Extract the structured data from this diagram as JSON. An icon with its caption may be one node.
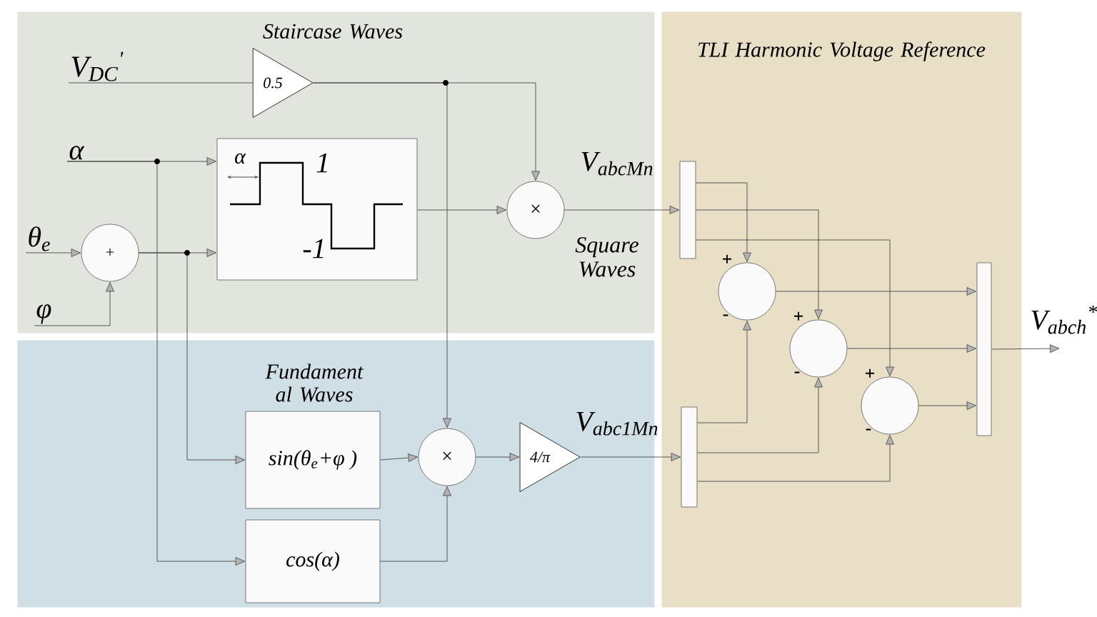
{
  "diagram": {
    "nodes": [
      {
        "text": [
          "Staircase Waves"
        ]
      },
      {
        "text": [
          "Fundament al Waves"
        ]
      },
      {
        "text": [
          "TLI Harmonic Voltage Reference"
        ]
      },
      {
        "text": [
          "V$_{DC}$$^{'}$"
        ],
        "in": 0
      },
      {
        "text": [
          "0.5"
        ],
        "in": 0
      },
      {
        "text": [
          "α"
        ],
        "in": 0
      },
      {
        "text": [
          "θ$_{e}$"
        ],
        "in": 0
      },
      {
        "text": [
          "φ"
        ],
        "in": 0
      },
      {
        "text": [
          "+"
        ],
        "in": 0
      },
      {
        "text": [
          "α",
          "1",
          "-1"
        ],
        "in": 0
      },
      {
        "text": [
          "×"
        ],
        "in": 0
      },
      {
        "text": [
          "sin(θ$_{e}$+φ )"
        ],
        "in": 1
      },
      {
        "text": [
          "cos(α)"
        ],
        "in": 1
      },
      {
        "text": [
          "×"
        ],
        "in": 1
      },
      {
        "text": [
          "4/π"
        ],
        "in": 1
      },
      {
        "text": [],
        "shape": "bar",
        "in": 2
      },
      {
        "text": [],
        "shape": "bar",
        "in": 2
      },
      {
        "text": [],
        "shape": "circle",
        "in": 2,
        "beside": [
          "+",
          "-"
        ]
      },
      {
        "text": [],
        "shape": "circle",
        "in": 2,
        "beside": [
          "+",
          "-"
        ]
      },
      {
        "text": [],
        "shape": "circle",
        "in": 2,
        "beside": [
          "+",
          "-"
        ]
      },
      {
        "text": [],
        "shape": "bar",
        "in": 2
      }
    ],
    "edges": [
      {
        "from": 3,
        "to": 4,
        "arrow": "none"
      },
      {
        "from": 4,
        "to": 10,
        "arrow": "to"
      },
      {
        "from": 4,
        "to": 13,
        "arrow": "to"
      },
      {
        "from": 5,
        "to": 9,
        "arrow": "to"
      },
      {
        "from": 5,
        "to": 12,
        "arrow": "to"
      },
      {
        "from": 6,
        "to": 8,
        "arrow": "to"
      },
      {
        "from": 7,
        "to": 8,
        "arrow": "to"
      },
      {
        "from": 8,
        "to": 9,
        "arrow": "to"
      },
      {
        "from": 8,
        "to": 11,
        "arrow": "to"
      },
      {
        "from": 9,
        "to": 10,
        "arrow": "to"
      },
      {
        "from": 10,
        "to": 15,
        "arrow": "to",
        "label": "V$_{abcMn}$"
      },
      {
        "from": 11,
        "to": 13,
        "arrow": "to"
      },
      {
        "from": 12,
        "to": 13,
        "arrow": "to"
      },
      {
        "from": 13,
        "to": 14,
        "arrow": "to"
      },
      {
        "from": 14,
        "to": 16,
        "arrow": "to",
        "label": "V$_{abc1Mn}$"
      },
      {
        "from": 15,
        "to": 17,
        "arrow": "to"
      },
      {
        "from": 15,
        "to": 18,
        "arrow": "to"
      },
      {
        "from": 15,
        "to": 19,
        "arrow": "to"
      },
      {
        "from": 16,
        "to": 17,
        "arrow": "to"
      },
      {
        "from": 16,
        "to": 18,
        "arrow": "to"
      },
      {
        "from": 16,
        "to": 19,
        "arrow": "to"
      },
      {
        "from": 17,
        "to": 20,
        "arrow": "to"
      },
      {
        "from": 18,
        "to": 20,
        "arrow": "to"
      },
      {
        "from": 19,
        "to": 20,
        "arrow": "to"
      },
      {
        "from": 20,
        "to": null,
        "arrow": "to",
        "label": "V$_{abch}$$^{*}$"
      }
    ],
    "labels": [
      "Square Waves"
    ]
  }
}
